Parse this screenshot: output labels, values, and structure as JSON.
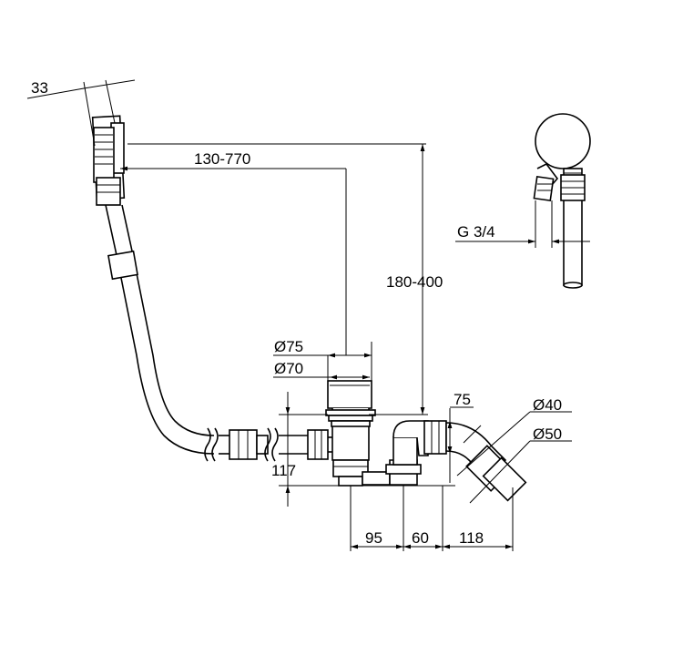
{
  "dimensions": {
    "d33": "33",
    "d130_770": "130-770",
    "d180_400": "180-400",
    "d75_dia": "Ø75",
    "d70_dia": "Ø70",
    "d75": "75",
    "d40_dia": "Ø40",
    "d50_dia": "Ø50",
    "d117": "117",
    "d95": "95",
    "d60": "60",
    "d118": "118",
    "g34": "G 3/4"
  }
}
